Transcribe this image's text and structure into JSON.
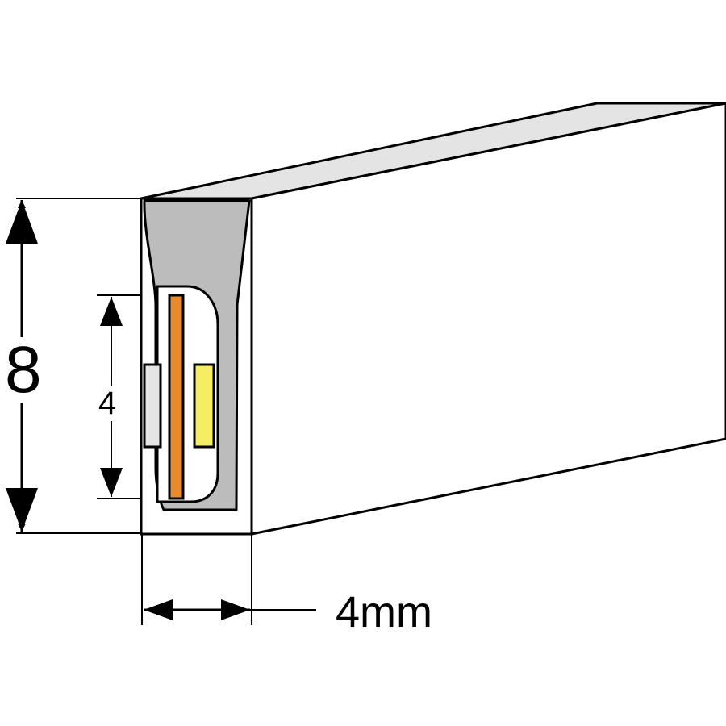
{
  "diagram": {
    "dimensions": {
      "height_label": "8",
      "inner_height_label": "4",
      "width_label": "4mm"
    },
    "colors": {
      "profile_fill": "#ffffff",
      "top_face": "#e4e4e4",
      "silicone_cavity": "#bcbcbc",
      "pcb_strip": "#e98a2d",
      "led_chip": "#f6ee62",
      "outline": "#000000"
    }
  }
}
